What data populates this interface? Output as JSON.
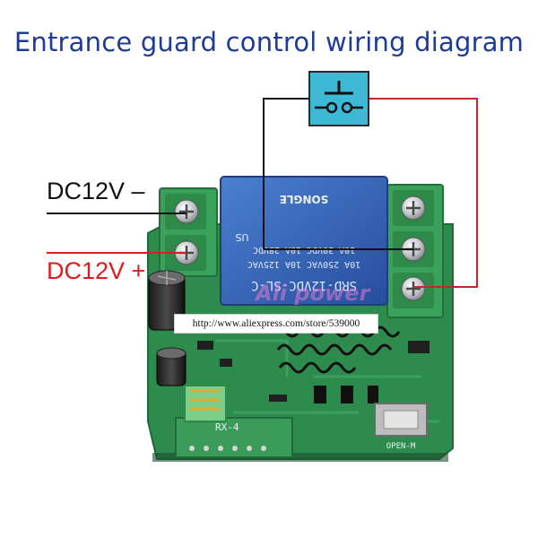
{
  "title": "Entrance guard control wiring diagram",
  "labels": {
    "dc_negative": "DC12V –",
    "dc_positive": "DC12V +"
  },
  "relay": {
    "text_lines": [
      "SRD-12VDC-SL-C",
      "10A 250VAC 10A 125VAC",
      "10A 30VDC 10A 28VDC"
    ],
    "brand": "SONGLE",
    "mark": "US"
  },
  "watermark": "Ali power",
  "url": "http://www.aliexpress.com/store/539000",
  "module_label": "RX-4",
  "button_label": "OPEN-M",
  "colors": {
    "title": "#1d3c95",
    "wire_negative": "#111111",
    "wire_positive": "#e01a1f",
    "wire_black": "#111111",
    "wire_red": "#c3262c",
    "switch_box": "#3fb8d5",
    "pcb": "#2d8b4d",
    "terminal": "#3aa15a",
    "relay": "#2f5fb3"
  },
  "icons": {
    "switch": "push-button-switch-icon",
    "screw": "screw-terminal-icon"
  }
}
